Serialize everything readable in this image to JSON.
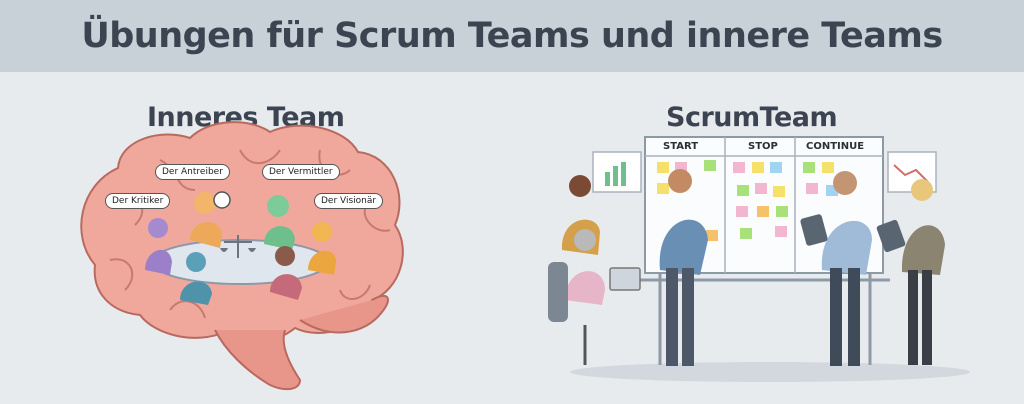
{
  "title": "Übungen für Scrum Teams und innere Teams",
  "left_panel": {
    "heading": "Inneres Team",
    "roles": [
      "Der Antreiber",
      "Der Vermittler",
      "Der Kritiker",
      "Der Visionär"
    ]
  },
  "right_panel": {
    "heading": "ScrumTeam",
    "board_columns": [
      "START",
      "STOP",
      "CONTINUE"
    ]
  },
  "colors": {
    "banner": "#c8d0d8",
    "background": "#e8ebee",
    "brain": "#f0a89c",
    "text": "#3b4450"
  }
}
